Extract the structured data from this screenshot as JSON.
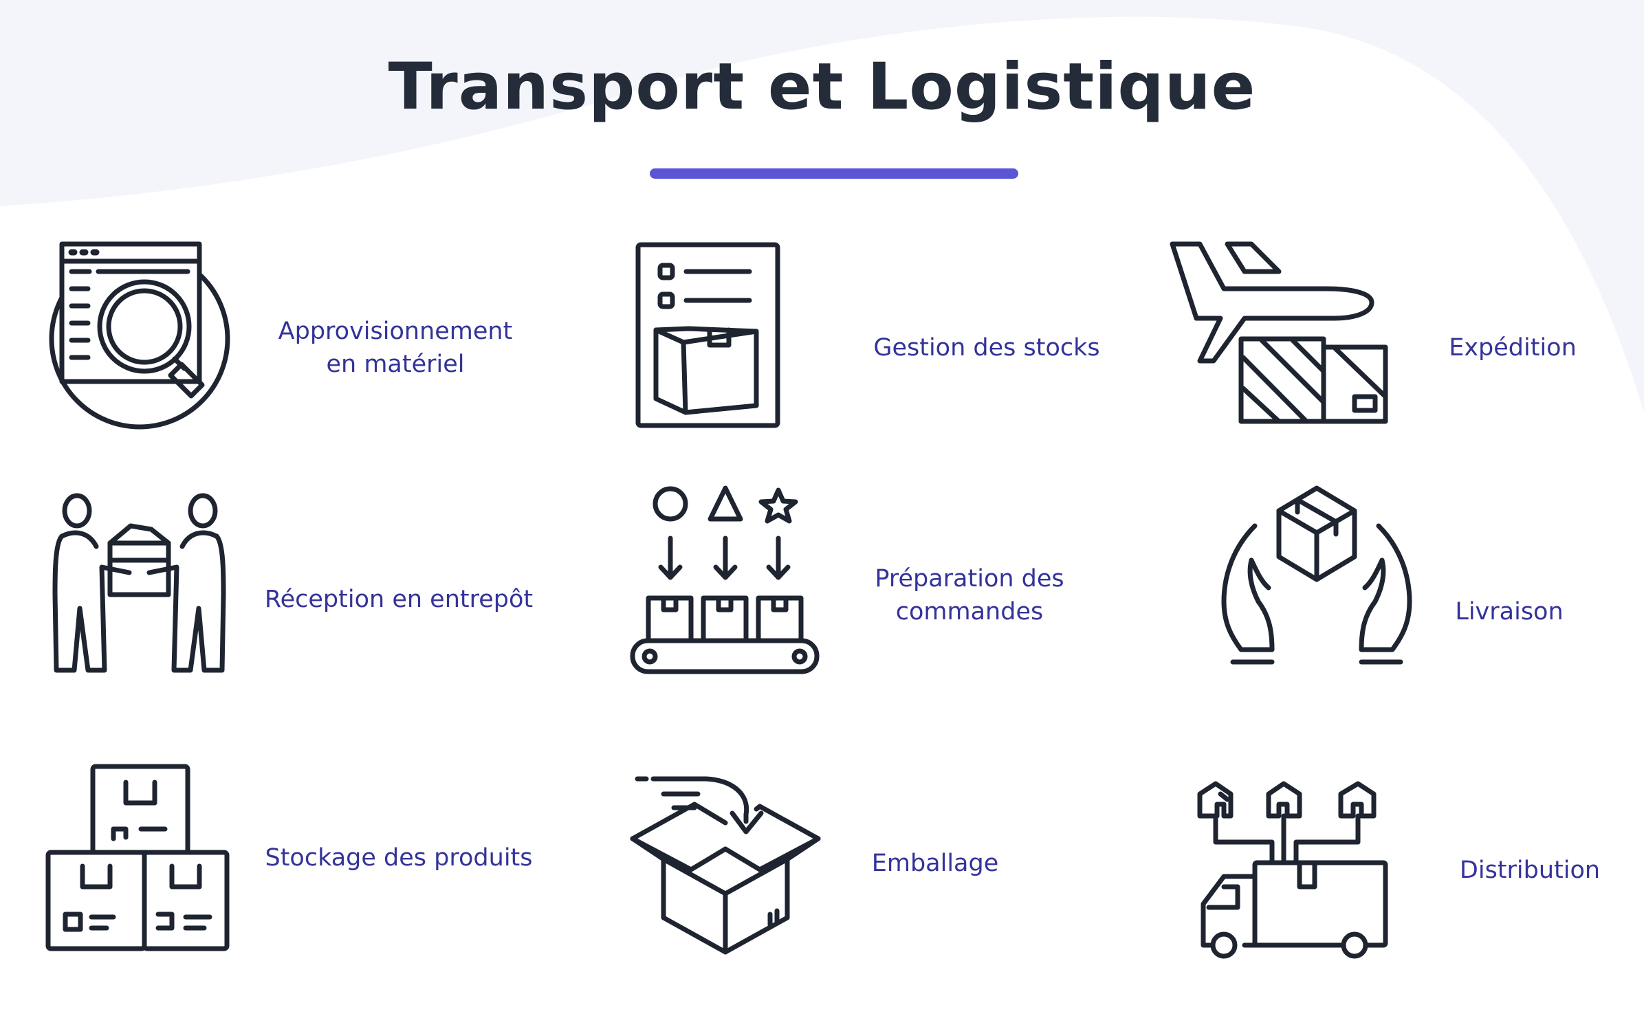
{
  "title": "Transport et Logistique",
  "colors": {
    "title": "#242c3a",
    "accent": "#5b55d6",
    "label": "#34339a",
    "icon_stroke": "#1e2430",
    "background_wave": "#f3f5fa"
  },
  "items": [
    {
      "icon": "magnifier-browser-icon",
      "label_lines": [
        "Approvisionnement",
        "en matériel"
      ]
    },
    {
      "icon": "clipboard-box-icon",
      "label_lines": [
        "Gestion des stocks"
      ]
    },
    {
      "icon": "airplane-boxes-icon",
      "label_lines": [
        "Expédition"
      ]
    },
    {
      "icon": "two-people-box-icon",
      "label_lines": [
        "Réception en entrepôt"
      ]
    },
    {
      "icon": "conveyor-sorting-icon",
      "label_lines": [
        "Préparation des",
        "commandes"
      ]
    },
    {
      "icon": "hands-box-icon",
      "label_lines": [
        "Livraison"
      ]
    },
    {
      "icon": "stacked-boxes-icon",
      "label_lines": [
        "Stockage des produits"
      ]
    },
    {
      "icon": "open-box-arrow-icon",
      "label_lines": [
        "Emballage"
      ]
    },
    {
      "icon": "truck-warehouses-icon",
      "label_lines": [
        "Distribution"
      ]
    }
  ]
}
